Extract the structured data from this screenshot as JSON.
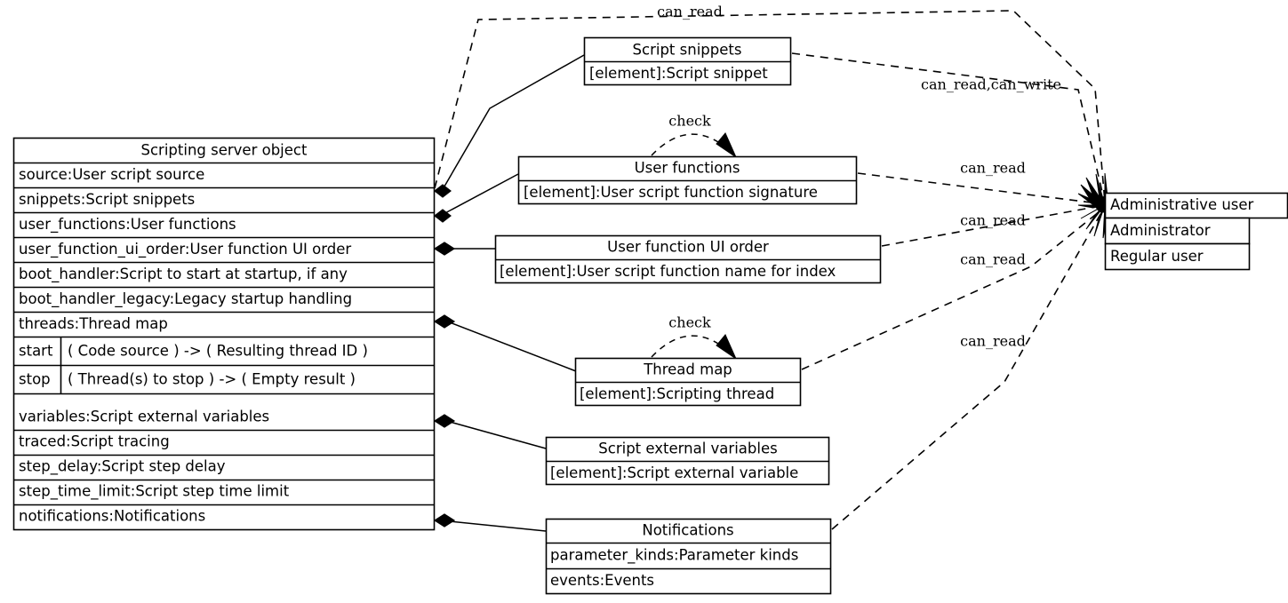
{
  "diagram": {
    "kind": "uml-class-diagram",
    "background_color": "#ffffff",
    "line_color": "#000000",
    "classes": {
      "scripting_server_object": {
        "title": "Scripting server object",
        "attributes": [
          "source:User script source",
          "snippets:Script snippets",
          "user_functions:User functions",
          "user_function_ui_order:User function UI order",
          "boot_handler:Script to start at startup, if any",
          "boot_handler_legacy:Legacy startup handling",
          "threads:Thread map"
        ],
        "methods": [
          {
            "name": "start",
            "signature": "(  Code source  )   ->  (  Resulting thread ID  )"
          },
          {
            "name": "stop",
            "signature": "(    Thread(s) to stop  )    ->  (  Empty result  )"
          }
        ],
        "attributes_after": [
          "variables:Script external variables",
          "traced:Script tracing",
          "step_delay:Script step delay",
          "step_time_limit:Script step time limit",
          "notifications:Notifications"
        ]
      },
      "script_snippets": {
        "title": "Script snippets",
        "attributes": [
          "[element]:Script snippet"
        ]
      },
      "user_functions": {
        "title": "User functions",
        "attributes": [
          "[element]:User script function signature"
        ]
      },
      "user_function_ui_order": {
        "title": "User function UI order",
        "attributes": [
          "[element]:User script function name for index"
        ]
      },
      "thread_map": {
        "title": "Thread map",
        "attributes": [
          "[element]:Scripting thread"
        ]
      },
      "script_external_variables": {
        "title": "Script external variables",
        "attributes": [
          "[element]:Script external variable"
        ]
      },
      "notifications": {
        "title": "Notifications",
        "attributes": [
          "parameter_kinds:Parameter kinds",
          "events:Events"
        ]
      },
      "administrative_user": {
        "title": "Administrative user",
        "attributes": [
          "Administrator",
          "Regular user"
        ]
      }
    },
    "edge_labels": {
      "snippets_top_can_read": "can_read",
      "snippets_can_read_can_write": "can_read,can_write",
      "user_functions_can_read": "can_read",
      "ui_order_can_read": "can_read",
      "thread_map_can_read": "can_read",
      "notifications_can_read": "can_read",
      "check_user_functions": "check",
      "check_thread_map": "check"
    }
  }
}
